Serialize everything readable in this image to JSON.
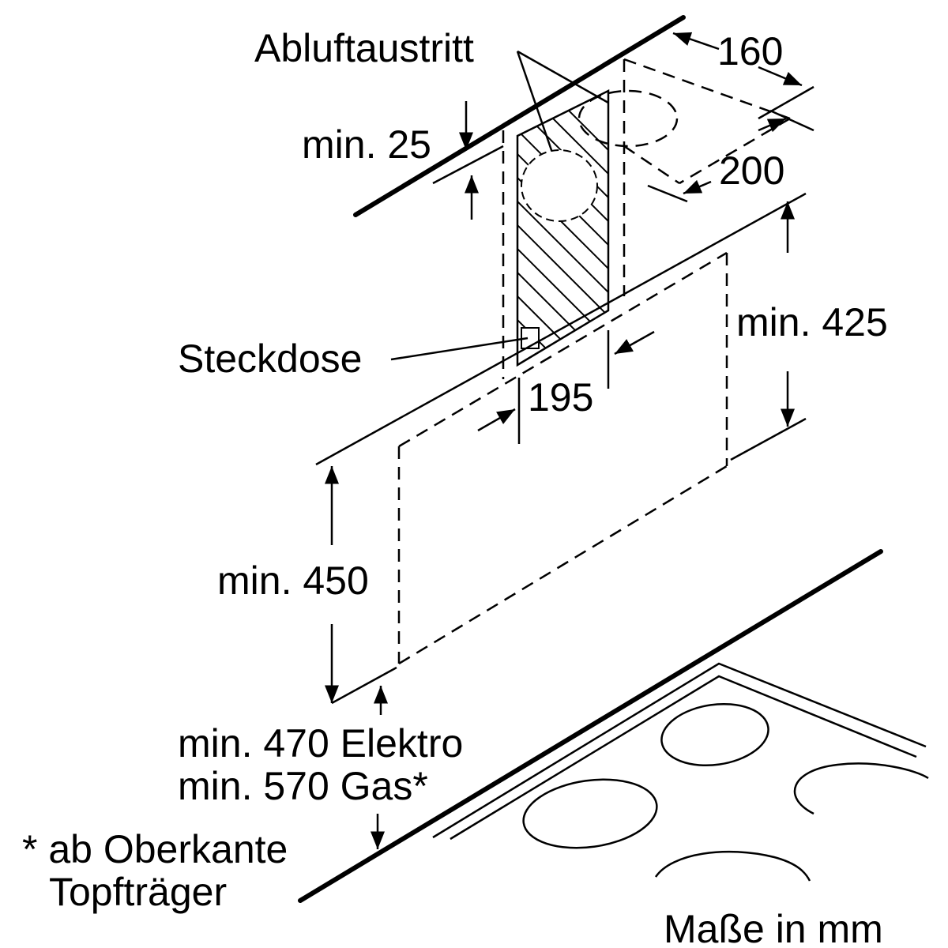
{
  "diagram": {
    "labels": {
      "exhaust_outlet": "Abluftaustritt",
      "dim_160": "160",
      "dim_min25": "min. 25",
      "dim_200": "200",
      "dim_min425": "min. 425",
      "socket": "Steckdose",
      "dim_195": "195",
      "dim_min450": "min. 450",
      "dim_min470": "min. 470 Elektro",
      "dim_min570": "min. 570 Gas*",
      "footnote_line1": "* ab Oberkante",
      "footnote_line2": "Topfträger",
      "units": "Maße in mm"
    }
  }
}
